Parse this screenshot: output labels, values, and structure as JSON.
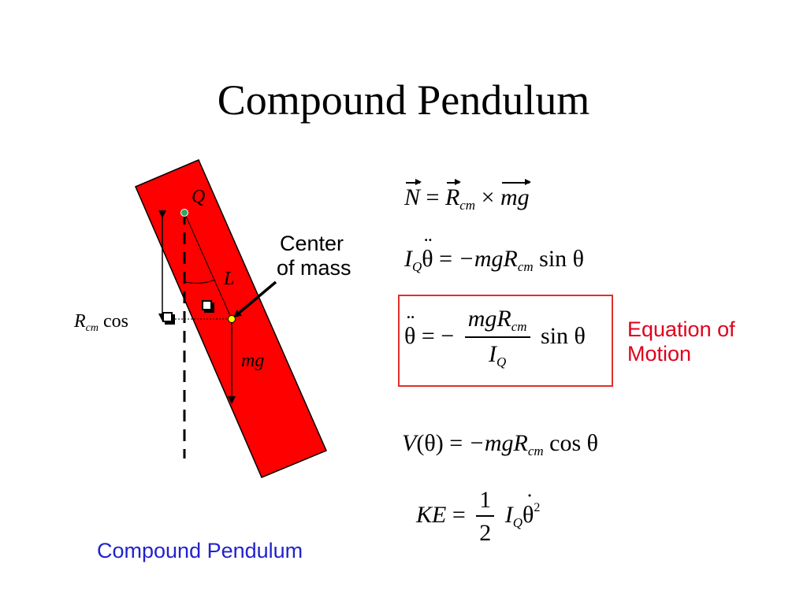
{
  "title": "Compound Pendulum",
  "caption": "Compound Pendulum",
  "diagram": {
    "pivot_label": "Q",
    "length_label": "L",
    "weight_label": "mg",
    "rcm_label": "R",
    "rcm_sub": "cm",
    "cos_label": "cos",
    "center_of_mass_line1": "Center",
    "center_of_mass_line2": "of mass",
    "colors": {
      "bar": "#ff0000",
      "bar_border": "#000000",
      "pivot_dot": "#2aa868",
      "com_dot": "#ffff00"
    }
  },
  "equations": {
    "torque": {
      "N": "N",
      "eq": "=",
      "R": "R",
      "sub": "cm",
      "times": "×",
      "mg": "mg"
    },
    "moment": {
      "I": "I",
      "Q": "Q",
      "theta": "θ",
      "eq": "=",
      "rhs": "−mgR",
      "sub": "cm",
      "sin": "sin θ"
    },
    "motion": {
      "theta": "θ",
      "eq": "= −",
      "num": "mgR",
      "num_sub": "cm",
      "den": "I",
      "den_sub": "Q",
      "sin": "sin θ"
    },
    "potential": {
      "lhs": "V",
      "arg": "(θ)",
      "eq": "=",
      "rhs": "−mgR",
      "sub": "cm",
      "cos": "cos θ"
    },
    "kinetic": {
      "lhs": "KE",
      "eq": "=",
      "num": "1",
      "den": "2",
      "I": "I",
      "Q": "Q",
      "theta": "θ",
      "sup": "2"
    }
  },
  "equation_of_motion_line1": "Equation of",
  "equation_of_motion_line2": "Motion",
  "colors": {
    "highlight_box": "#e0302a",
    "equation_label": "#e0001b",
    "caption": "#2222cc"
  }
}
